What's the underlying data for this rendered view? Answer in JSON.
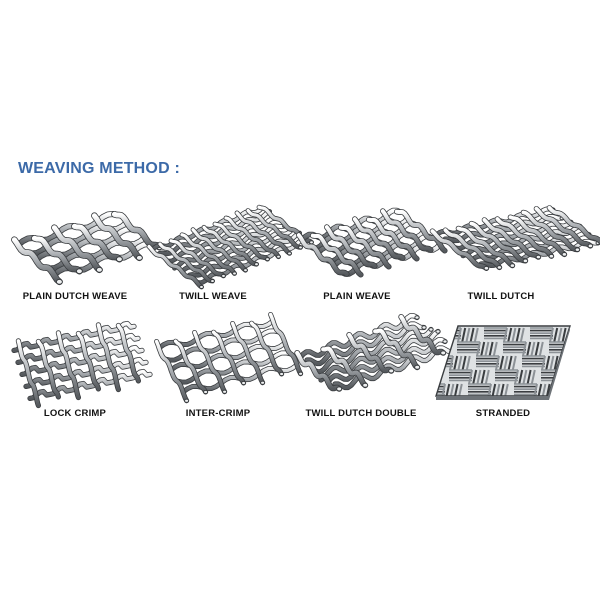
{
  "heading": "WEAVING METHOD :",
  "colors": {
    "heading": "#3c6aa8",
    "wire_light": "#eef0f1",
    "wire_mid": "#a9adb1",
    "wire_dark": "#3a3d40"
  },
  "weaves": [
    {
      "name": "plain-dutch-weave",
      "label": "PLAIN DUTCH WEAVE",
      "style": "dutch"
    },
    {
      "name": "twill-weave",
      "label": "TWILL WEAVE",
      "style": "twill"
    },
    {
      "name": "plain-weave",
      "label": "PLAIN WEAVE",
      "style": "plain"
    },
    {
      "name": "twill-dutch",
      "label": "TWILL DUTCH",
      "style": "twilldutch"
    },
    {
      "name": "lock-crimp",
      "label": "LOCK CRIMP",
      "style": "lock"
    },
    {
      "name": "inter-crimp",
      "label": "INTER-CRIMP",
      "style": "inter"
    },
    {
      "name": "twill-dutch-double",
      "label": "TWILL DUTCH DOUBLE",
      "style": "double"
    },
    {
      "name": "stranded",
      "label": "STRANDED",
      "style": "stranded"
    }
  ]
}
